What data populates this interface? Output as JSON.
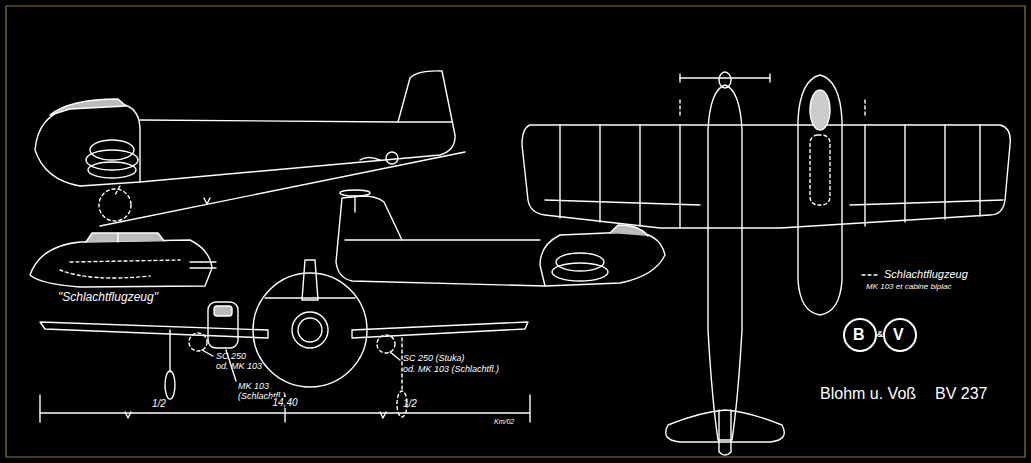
{
  "diagram": {
    "labels": [
      "\"Schlachtflugzeug\"",
      "SC 250",
      "od. MK 103",
      "MK 103",
      "(Schlachtfl.)",
      "SC 250 (Stuka)",
      "od. MK 103 (Schlachtfl.)",
      "1/2",
      "14,40",
      "1/2",
      "Km/02",
      "MK 103 et cabine biplac",
      "B",
      "&",
      "V",
      "Blohm u. Voß",
      "BV 237"
    ],
    "legend": [
      {
        "text": "Schlachtflugzeug"
      }
    ]
  }
}
